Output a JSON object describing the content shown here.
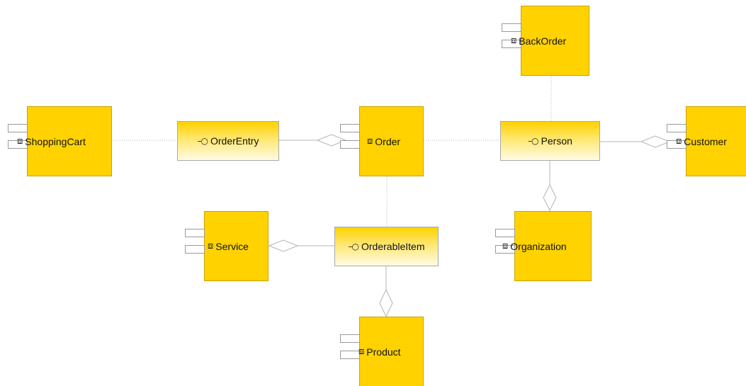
{
  "diagram": {
    "colors": {
      "component_fill": "#FFD200",
      "interface_gradient_top": "#FFD200",
      "interface_gradient_bottom": "#FFFBE6",
      "connector": "#b4b4b4"
    },
    "icons": {
      "component": "component-icon",
      "interface": "interface-lollipop-icon"
    },
    "components": [
      {
        "id": "shoppingcart",
        "name": "ShoppingCart"
      },
      {
        "id": "order",
        "name": "Order"
      },
      {
        "id": "backorder",
        "name": "BackOrder"
      },
      {
        "id": "customer",
        "name": "Customer"
      },
      {
        "id": "service",
        "name": "Service"
      },
      {
        "id": "organization",
        "name": "Organization"
      },
      {
        "id": "product",
        "name": "Product"
      }
    ],
    "interfaces": [
      {
        "id": "orderentry",
        "name": "OrderEntry"
      },
      {
        "id": "person",
        "name": "Person"
      },
      {
        "id": "orderableitem",
        "name": "OrderableItem"
      }
    ],
    "connections": [
      {
        "from": "ShoppingCart",
        "to": "OrderEntry",
        "kind": "dependency"
      },
      {
        "from": "OrderEntry",
        "to": "Order",
        "kind": "aggregation"
      },
      {
        "from": "Order",
        "to": "Person",
        "kind": "dependency"
      },
      {
        "from": "Person",
        "to": "BackOrder",
        "kind": "dependency"
      },
      {
        "from": "Person",
        "to": "Customer",
        "kind": "aggregation"
      },
      {
        "from": "Person",
        "to": "Organization",
        "kind": "aggregation"
      },
      {
        "from": "Order",
        "to": "OrderableItem",
        "kind": "dependency"
      },
      {
        "from": "OrderableItem",
        "to": "Service",
        "kind": "aggregation"
      },
      {
        "from": "OrderableItem",
        "to": "Product",
        "kind": "aggregation"
      }
    ]
  }
}
